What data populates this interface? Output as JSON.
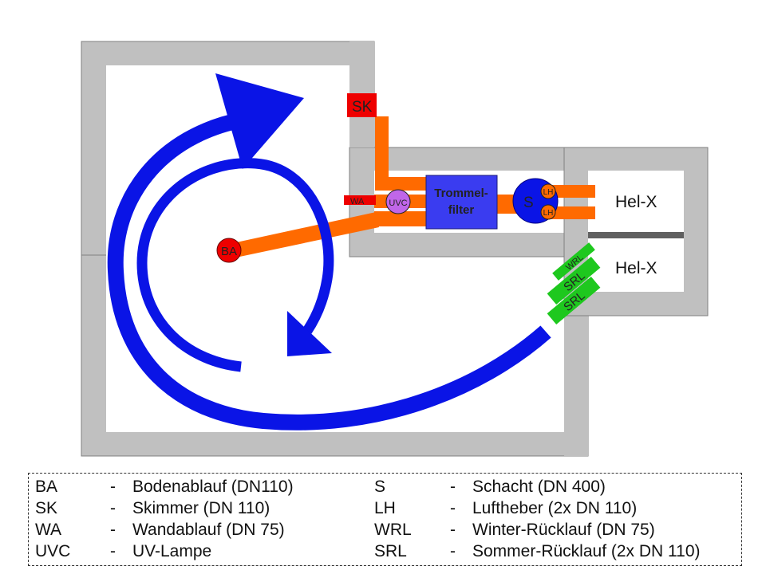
{
  "labels": {
    "sk": "SK",
    "wa": "WA",
    "uvc": "UVC",
    "ba": "BA",
    "s": "S",
    "lh_top": "LH",
    "lh_bottom": "LH",
    "drum_filter_line1": "Trommel-",
    "drum_filter_line2": "filter",
    "helix_top": "Hel-X",
    "helix_bottom": "Hel-X",
    "wrl": "WRL",
    "srl_top": "SRL",
    "srl_bottom": "SRL"
  },
  "legend": {
    "left": [
      {
        "abbr": "BA",
        "dash": "-",
        "desc": "Bodenablauf (DN110)"
      },
      {
        "abbr": "SK",
        "dash": "-",
        "desc": "Skimmer (DN 110)"
      },
      {
        "abbr": "WA",
        "dash": "-",
        "desc": "Wandablauf (DN 75)"
      },
      {
        "abbr": "UVC",
        "dash": "-",
        "desc": "UV-Lampe"
      }
    ],
    "right": [
      {
        "abbr": "S",
        "dash": "-",
        "desc": "Schacht (DN 400)"
      },
      {
        "abbr": "LH",
        "dash": "-",
        "desc": "Luftheber (2x DN 110)"
      },
      {
        "abbr": "WRL",
        "dash": "-",
        "desc": "Winter-Rücklauf (DN 75)"
      },
      {
        "abbr": "SRL",
        "dash": "-",
        "desc": "Sommer-Rücklauf (2x DN 110)"
      }
    ]
  },
  "colors": {
    "wall": "#c0c0c0",
    "wall_edge": "#808080",
    "pipe": "#ff6a00",
    "drain_red": "#ee0000",
    "uvc_purple": "#c066e8",
    "filter_blue": "#3a3cf0",
    "flow_blue": "#0a14e6",
    "return_green": "#1ec81e",
    "divider": "#606060"
  }
}
